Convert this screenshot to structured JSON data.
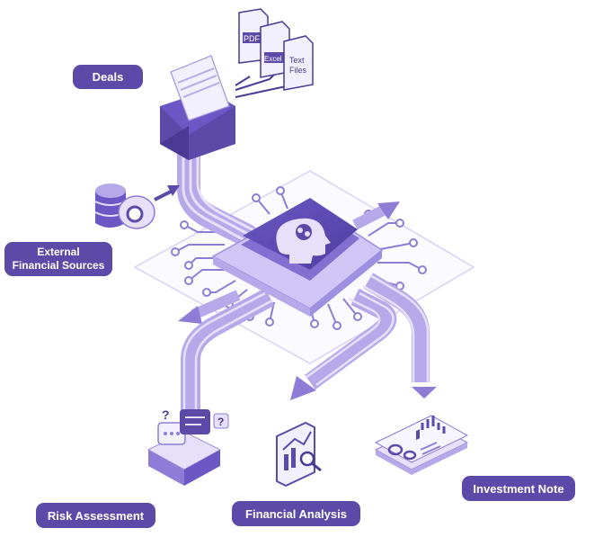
{
  "labels": {
    "deals": "Deals",
    "external_line1": "External",
    "external_line2": "Financial Sources",
    "risk": "Risk Assessment",
    "financial": "Financial Analysis",
    "investment": "Investment Note"
  },
  "documents": {
    "pdf": "PDF",
    "excel": "Excel",
    "text_line1": "Text",
    "text_line2": "Files"
  },
  "colors": {
    "accent": "#5b4aa8",
    "light": "#e6e0fa",
    "mid": "#b6a9ea",
    "dark": "#4a3a96"
  }
}
